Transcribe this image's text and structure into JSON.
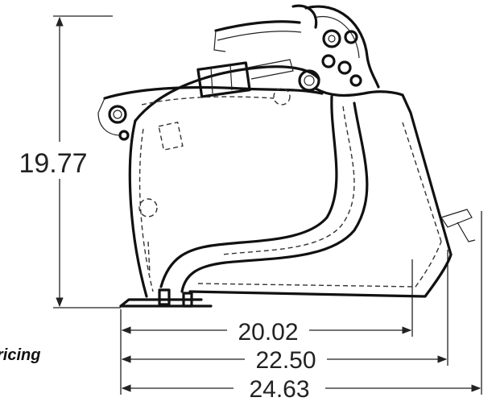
{
  "drawing": {
    "dimensions": {
      "height": "19.77",
      "depth_inner": "20.02",
      "depth_mid": "22.50",
      "depth_overall": "24.63"
    }
  },
  "sidebar": {
    "fragment_text": "ricing"
  },
  "colors": {
    "line": "#111111",
    "background": "#ffffff"
  }
}
